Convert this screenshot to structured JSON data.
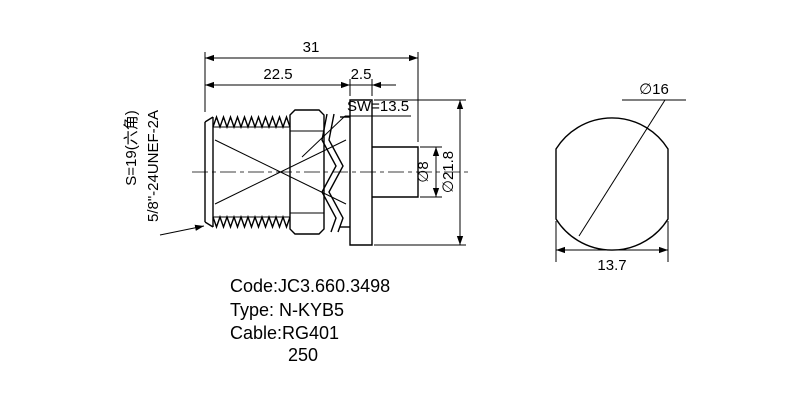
{
  "page": {
    "background": "#ffffff",
    "line_color": "#000000"
  },
  "side_view": {
    "dim_overall": "31",
    "dim_body_length": "22.5",
    "dim_flange_width": "2.5",
    "wrench_size": "SW=13.5",
    "pin_diameter": "∅8",
    "flange_diameter": "∅21.8",
    "hex_size": "S=19(六角)",
    "thread_spec": "5/8\"-24UNEF-2A"
  },
  "end_view": {
    "hole_diameter": "∅16",
    "flat_width": "13.7"
  },
  "notes": {
    "code": "Code:JC3.660.3498",
    "type": "Type: N-KYB5",
    "cable": "Cable:RG401",
    "length": "250"
  }
}
